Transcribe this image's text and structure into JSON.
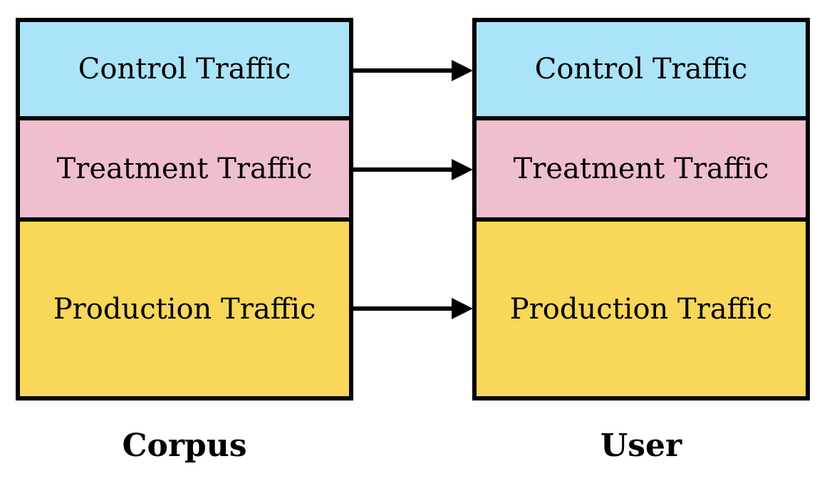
{
  "columns": [
    {
      "label": "Corpus",
      "blocks": [
        {
          "text": "Control Traffic",
          "color": "#ABE3F8"
        },
        {
          "text": "Treatment Traffic",
          "color": "#EFBFCF"
        },
        {
          "text": "Production Traffic",
          "color": "#F8D75A"
        }
      ]
    },
    {
      "label": "User",
      "blocks": [
        {
          "text": "Control Traffic",
          "color": "#ABE3F8"
        },
        {
          "text": "Treatment Traffic",
          "color": "#EFBFCF"
        },
        {
          "text": "Production Traffic",
          "color": "#F8D75A"
        }
      ]
    }
  ]
}
